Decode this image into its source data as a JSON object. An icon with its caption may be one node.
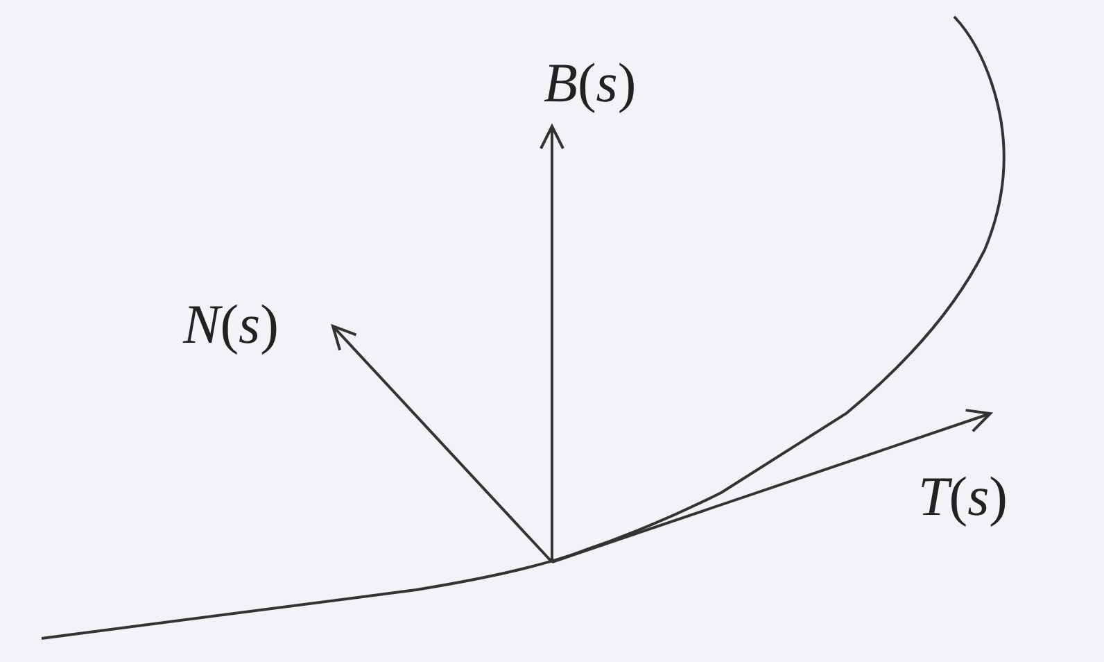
{
  "diagram": {
    "labels": [
      "*B*(*s*)",
      "*N*(*s*)",
      "*T*(*s*)"
    ]
  }
}
